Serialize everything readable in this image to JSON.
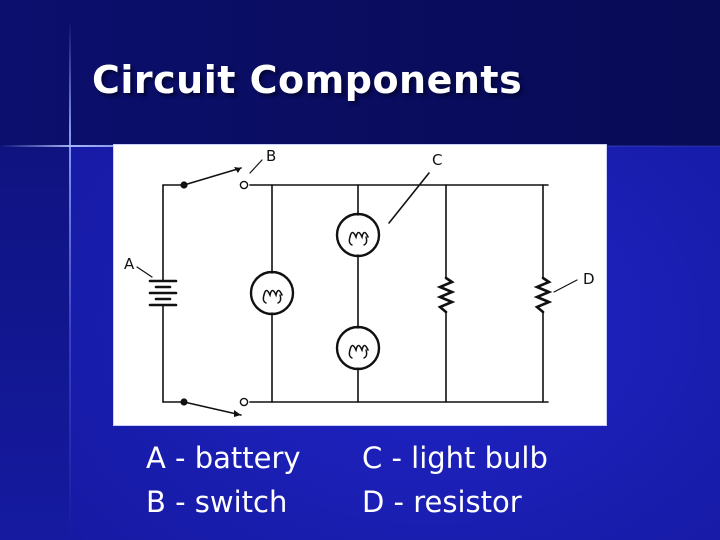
{
  "slide": {
    "title": "Circuit Components"
  },
  "diagram": {
    "labels": {
      "a": "A",
      "b": "B",
      "c": "C",
      "d": "D"
    }
  },
  "legend": {
    "left": [
      "A - battery",
      "B - switch"
    ],
    "right": [
      "C - light bulb",
      "D - resistor"
    ]
  },
  "colors": {
    "background": "#1a1fa8",
    "dark_band": "#0a0d62",
    "text": "#ffffff",
    "diagram_bg": "#ffffff",
    "diagram_ink": "#111111"
  }
}
